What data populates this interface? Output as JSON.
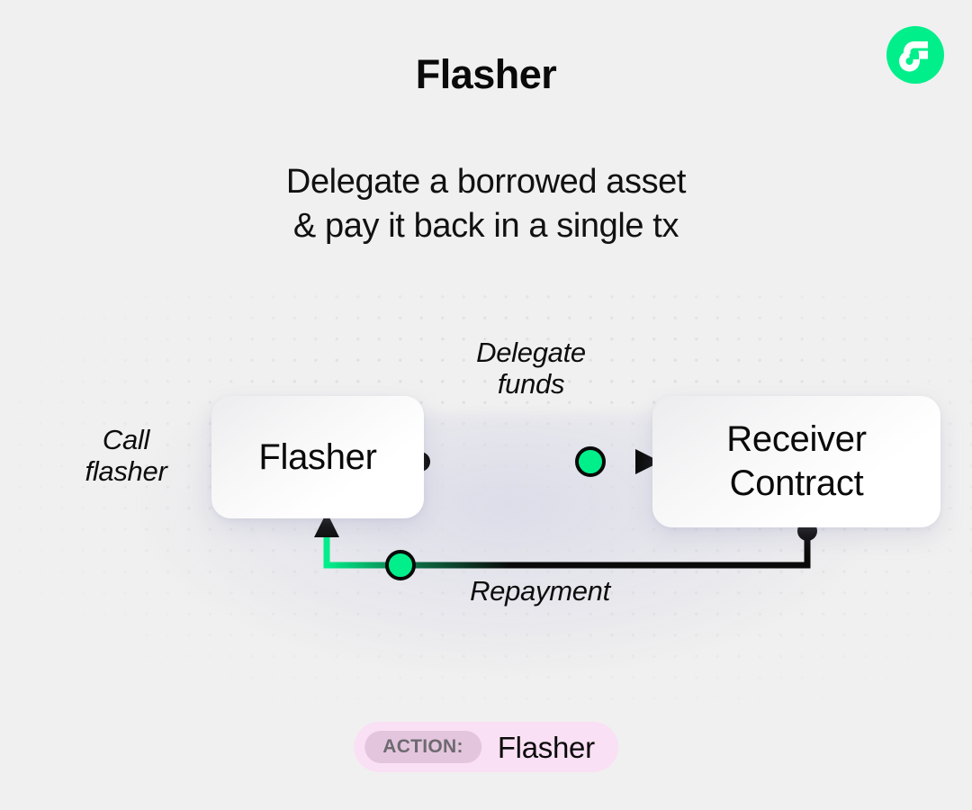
{
  "header": {
    "title": "Flasher",
    "logo_icon": "flow-logo-icon",
    "logo_color": "#00ef8b"
  },
  "subtitle": {
    "line1": "Delegate a borrowed asset",
    "line2": "& pay it back in a single tx"
  },
  "diagram": {
    "nodes": [
      {
        "id": "flasher",
        "label_line1": "Flasher"
      },
      {
        "id": "receiver",
        "label_line1": "Receiver",
        "label_line2": "Contract"
      }
    ],
    "labels": {
      "call_line1": "Call",
      "call_line2": "flasher",
      "delegate_line1": "Delegate",
      "delegate_line2": "funds",
      "repayment": "Repayment"
    },
    "colors": {
      "accent_green": "#00ef8b",
      "wire": "#0a0a0a",
      "background": "#f0f0f0",
      "dot_grid": "#dedee1"
    }
  },
  "action_badge": {
    "tag": "ACTION:",
    "value": "Flasher",
    "pill_color": "#fae0f4",
    "tag_color": "#e3c6de"
  }
}
